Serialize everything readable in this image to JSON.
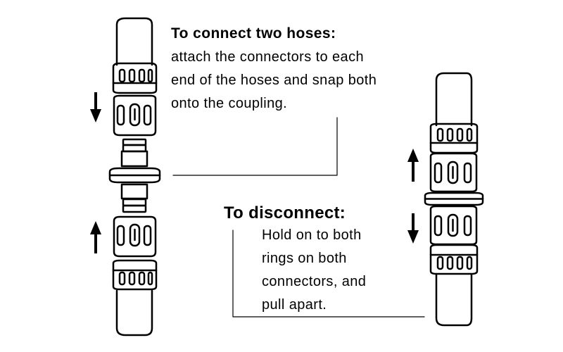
{
  "connect": {
    "heading": "To connect two hoses:",
    "lines": [
      "attach the connectors to each",
      "end of the hoses and snap both",
      "onto the coupling."
    ]
  },
  "disconnect": {
    "heading": "To disconnect:",
    "lines": [
      "Hold on to both",
      "rings on both",
      "connectors, and",
      "pull apart."
    ]
  },
  "icons": {
    "left_top_arrow": "arrow-down-icon",
    "left_bottom_arrow": "arrow-up-icon",
    "right_top_arrow": "arrow-up-icon",
    "right_bottom_arrow": "arrow-down-icon"
  },
  "colors": {
    "line": "#000000",
    "background": "#ffffff"
  }
}
